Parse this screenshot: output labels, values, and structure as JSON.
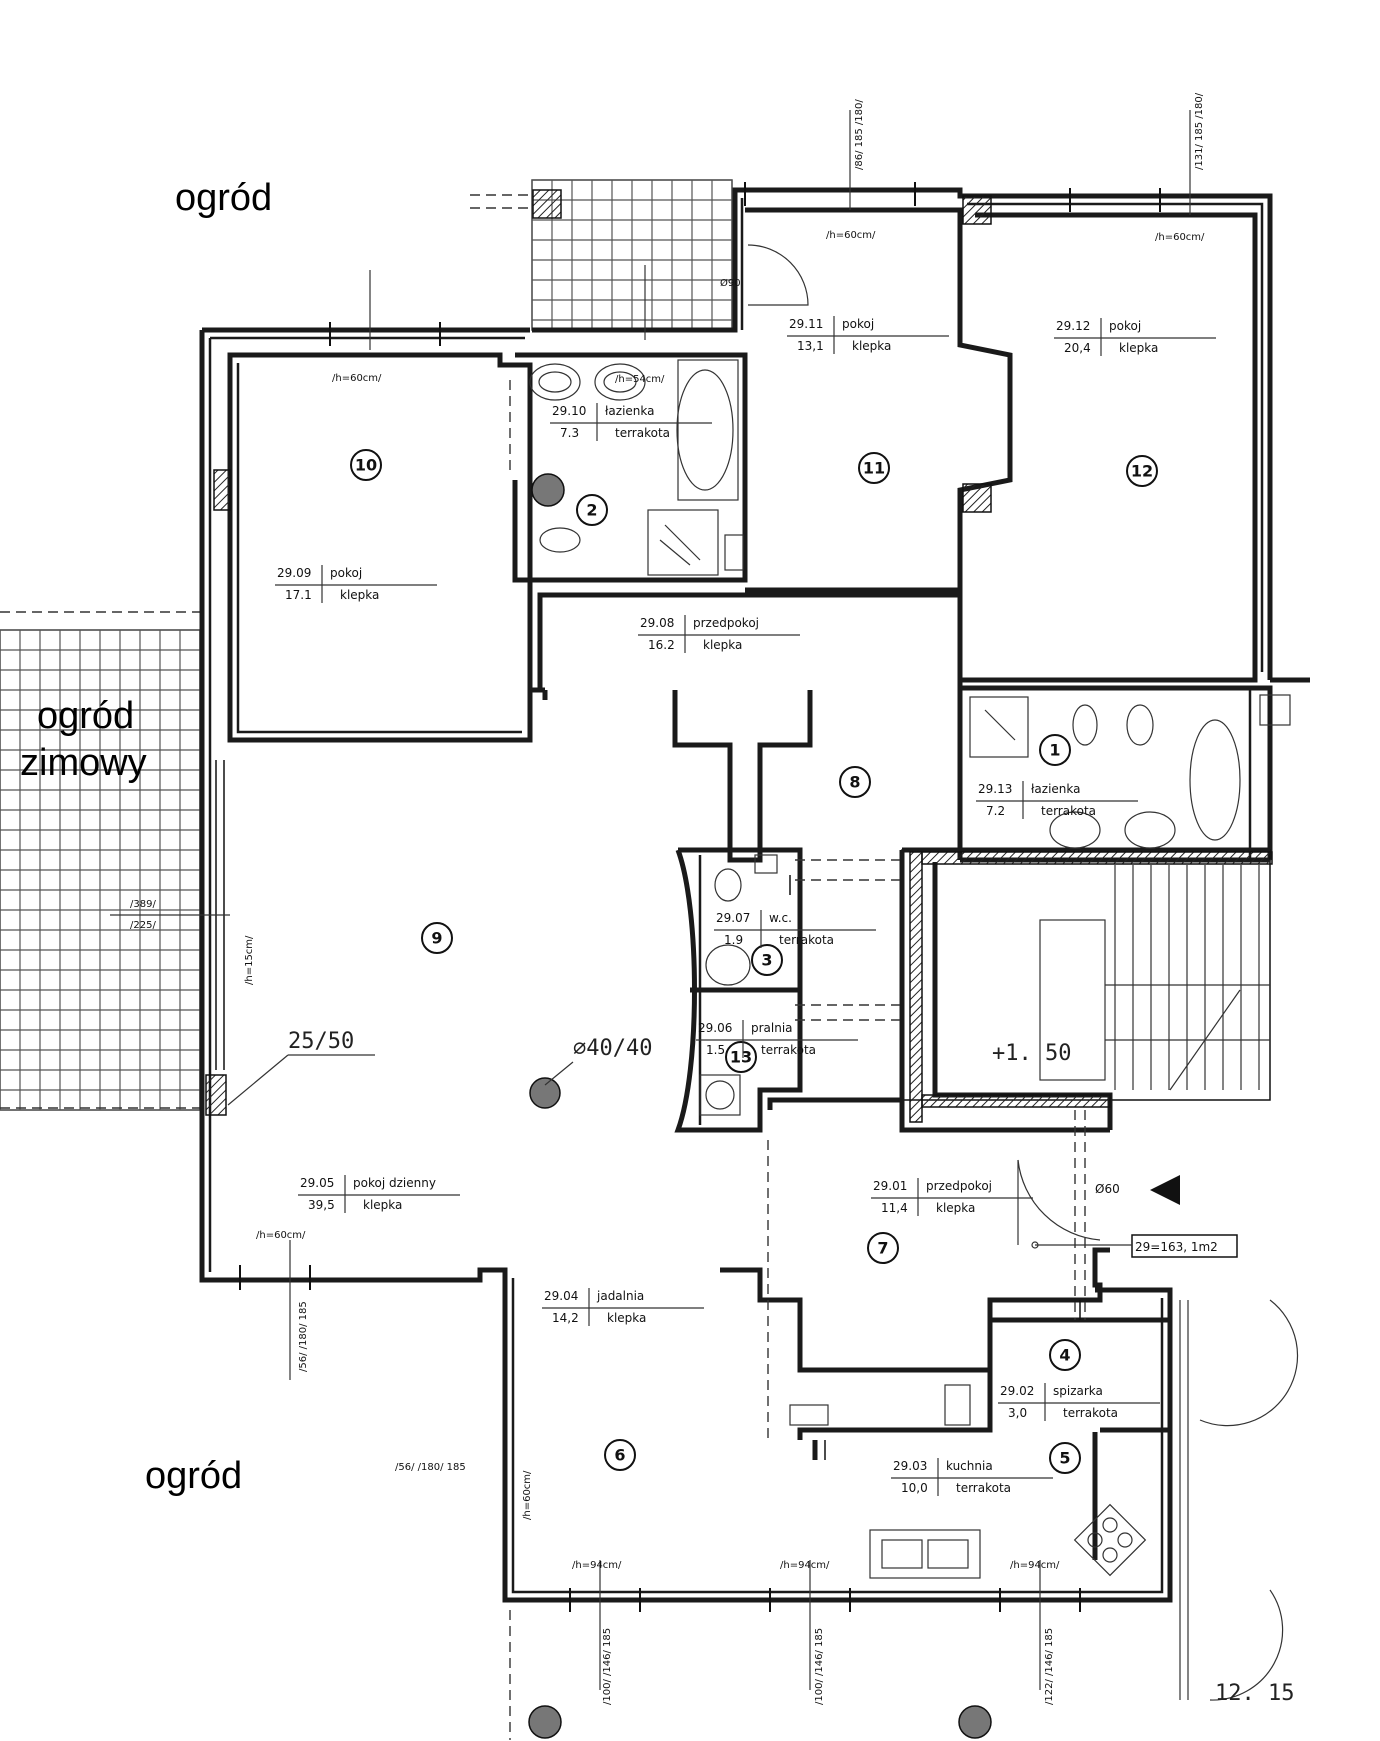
{
  "outside": {
    "garden_top": "ogród",
    "garden_bottom": "ogród",
    "winter_garden_line1": "ogród",
    "winter_garden_line2": "zimowy"
  },
  "rooms": [
    {
      "id": "r1",
      "num": "1",
      "code": "29.13",
      "name": "łazienka",
      "area": "7.2",
      "floor": "terrakota"
    },
    {
      "id": "r2",
      "num": "2",
      "code": "29.10",
      "name": "łazienka",
      "area": "7.3",
      "floor": "terrakota"
    },
    {
      "id": "r3",
      "num": "3",
      "code": "29.07",
      "name": "w.c.",
      "area": "1.9",
      "floor": "terrakota"
    },
    {
      "id": "r4",
      "num": "4",
      "code": "29.02",
      "name": "spizarka",
      "area": "3,0",
      "floor": "terrakota"
    },
    {
      "id": "r5",
      "num": "5",
      "code": "29.03",
      "name": "kuchnia",
      "area": "10,0",
      "floor": "terrakota"
    },
    {
      "id": "r6",
      "num": "6",
      "code": "29.04",
      "name": "jadalnia",
      "area": "14,2",
      "floor": "klepka"
    },
    {
      "id": "r7",
      "num": "7",
      "code": "29.01",
      "name": "przedpokoj",
      "area": "11,4",
      "floor": "klepka"
    },
    {
      "id": "r8",
      "num": "8",
      "code": "29.08",
      "name": "przedpokoj",
      "area": "16.2",
      "floor": "klepka"
    },
    {
      "id": "r9",
      "num": "9",
      "code": "29.05",
      "name": "pokoj dzienny",
      "area": "39,5",
      "floor": "klepka"
    },
    {
      "id": "r10",
      "num": "10",
      "code": "29.09",
      "name": "pokoj",
      "area": "17.1",
      "floor": "klepka"
    },
    {
      "id": "r11",
      "num": "11",
      "code": "29.11",
      "name": "pokoj",
      "area": "13,1",
      "floor": "klepka"
    },
    {
      "id": "r12",
      "num": "12",
      "code": "29.12",
      "name": "pokoj",
      "area": "20,4",
      "floor": "klepka"
    },
    {
      "id": "r13",
      "num": "13",
      "code": "29.06",
      "name": "pralnia",
      "area": "1.5",
      "floor": "terrakota"
    }
  ],
  "annotations": {
    "h60": "/h=60cm/",
    "h94": "/h=94cm/",
    "h54": "/h=54cm/",
    "h15": "/h=15cm/",
    "win_389": "/389/",
    "win_225": "/225/",
    "win_56_180": "/56/ /180/ 185",
    "win_100_146": "/100/ /146/ 185",
    "win_122_146": "/122/ /146/ 185",
    "win_86_180": "/86/ 185 /180/",
    "win_131_180": "/131/ 185 /180/",
    "column_25_50": "25/50",
    "column_40_40": "⌀40/40",
    "stair_level": "+1. 50",
    "door_60": "Ø60",
    "door_90": "Ø90",
    "total_area": "29=163, 1m2",
    "level_bottom": "12. 15"
  }
}
